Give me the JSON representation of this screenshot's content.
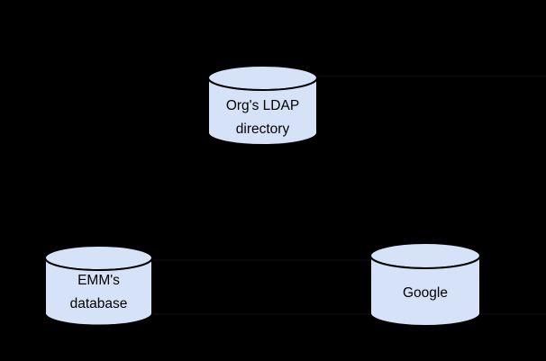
{
  "window": {
    "background": "#000000"
  },
  "diagram": {
    "type": "database-sync-diagram",
    "nodes": [
      {
        "id": "org-ldap-directory",
        "shape": "cylinder",
        "lines": [
          "Org's LDAP",
          "directory"
        ]
      },
      {
        "id": "emm-database",
        "shape": "cylinder",
        "lines": [
          "EMM's",
          "database"
        ]
      },
      {
        "id": "google",
        "shape": "cylinder",
        "lines": [
          "Google"
        ]
      }
    ],
    "connectors": [
      {
        "id": "faint-line-right-of-ldap",
        "orientation": "horizontal"
      },
      {
        "id": "faint-line-emm-to-google",
        "orientation": "horizontal"
      },
      {
        "id": "faint-line-emm-past-google-right",
        "orientation": "horizontal"
      }
    ],
    "colors": {
      "cylinder_fill": "#d6e2f8",
      "cylinder_stroke": "#000000",
      "label_text": "#000000",
      "background": "#000000",
      "faint_connector": "#0c0c0c"
    }
  }
}
